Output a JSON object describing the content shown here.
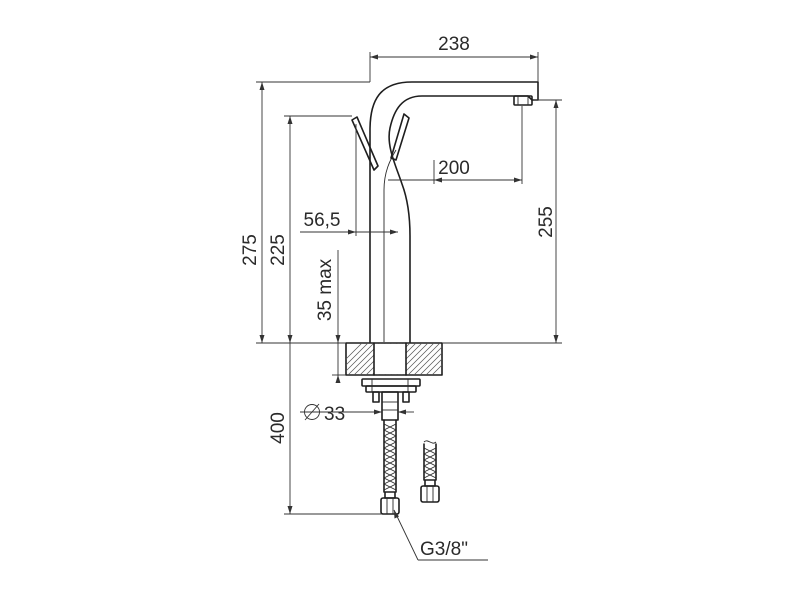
{
  "dimensions": {
    "width_overall": "238",
    "spout_reach": "200",
    "lever_offset": "56,5",
    "height_total": "275",
    "height_lever": "225",
    "height_spout": "255",
    "deck_thickness": "35 max",
    "hole_diameter": "33",
    "hose_length": "400",
    "thread": "G3/8\""
  },
  "colors": {
    "line": "#1e1e1e",
    "hatch": "#555555",
    "background": "#ffffff"
  },
  "icons": {
    "diameter_symbol": "diameter-icon"
  }
}
